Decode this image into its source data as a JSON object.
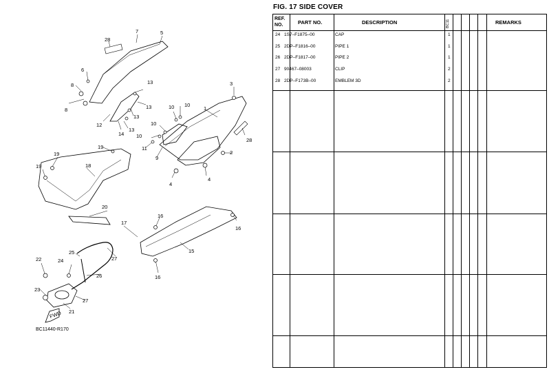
{
  "figure": {
    "title": "FIG. 17  SIDE COVER",
    "ref_code": "BC11440-R170",
    "fwd_label": "FWD"
  },
  "table": {
    "headers": {
      "ref_no": "REF. NO.",
      "part_no": "PART NO.",
      "description": "DESCRIPTION",
      "bc": "BC11",
      "remarks": "REMARKS"
    },
    "rows": [
      {
        "ref": "24",
        "part": "1S7–F1875–00",
        "desc": "CAP",
        "qty": "1"
      },
      {
        "ref": "25",
        "part": "2DP–F1816–00",
        "desc": "PIPE 1",
        "qty": "1"
      },
      {
        "ref": "26",
        "part": "2DP–F1817–00",
        "desc": "PIPE 2",
        "qty": "1"
      },
      {
        "ref": "27",
        "part": "90467–08003",
        "desc": "CLIP",
        "qty": "2"
      },
      {
        "ref": "28",
        "part": "2DP–F173B–00",
        "desc": "EMBLEM 3D",
        "qty": "2"
      }
    ]
  },
  "callouts": {
    "c1": "1",
    "c2": "2",
    "c3": "3",
    "c4a": "4",
    "c4b": "4",
    "c5": "5",
    "c6": "6",
    "c7": "7",
    "c8a": "8",
    "c8b": "8",
    "c9": "9",
    "c10a": "10",
    "c10b": "10",
    "c10c": "10",
    "c10d": "10",
    "c11": "11",
    "c12": "12",
    "c13a": "13",
    "c13b": "13",
    "c13c": "13",
    "c13d": "13",
    "c14": "14",
    "c15": "15",
    "c16a": "16",
    "c16b": "16",
    "c16c": "16",
    "c17": "17",
    "c18": "18",
    "c19a": "19",
    "c19b": "19",
    "c20": "20",
    "c21": "21",
    "c22": "22",
    "c23": "23",
    "c24": "24",
    "c25": "25",
    "c26": "26",
    "c27a": "27",
    "c27b": "27",
    "c28a": "28",
    "c28b": "28"
  }
}
